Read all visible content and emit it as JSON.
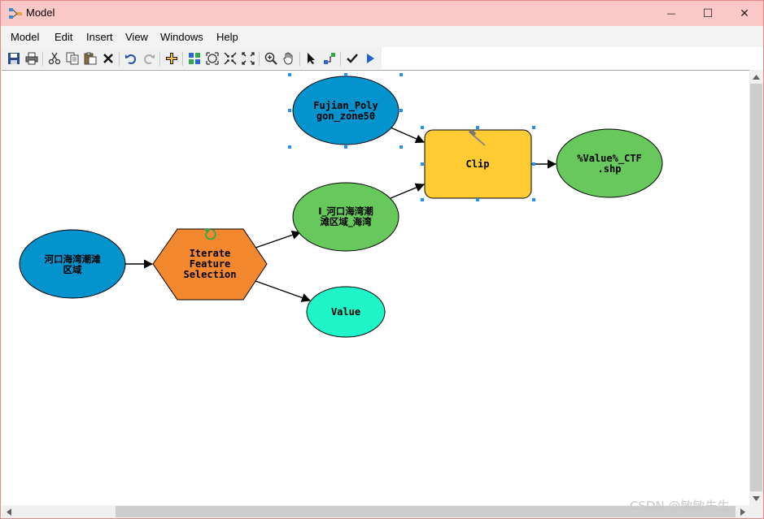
{
  "window": {
    "title": "Model",
    "minimize_glyph": "—",
    "maximize_glyph": "☐",
    "close_glyph": "✕"
  },
  "menubar": {
    "items": [
      "Model",
      "Edit",
      "Insert",
      "View",
      "Windows",
      "Help"
    ]
  },
  "toolbar": {
    "icons": [
      "save-icon",
      "print-icon",
      "cut-icon",
      "copy-icon",
      "paste-icon",
      "delete-icon",
      "undo-icon",
      "redo-icon",
      "add-data-icon",
      "auto-layout-icon",
      "full-extent-icon",
      "fixed-zoom-in-icon",
      "fixed-zoom-out-icon",
      "zoom-in-icon",
      "pan-icon",
      "select-icon",
      "connect-icon",
      "validate-icon",
      "run-icon"
    ]
  },
  "model": {
    "nodes": {
      "input_feature": {
        "lines": [
          "河口海湾潮滩",
          "区域"
        ],
        "color": "#0493cd"
      },
      "iterator": {
        "lines": [
          "Iterate",
          "Feature",
          "Selection"
        ],
        "color": "#f4882e"
      },
      "value": {
        "lines": [
          "Value"
        ],
        "color": "#1ef5c8"
      },
      "iter_output": {
        "lines": [
          "I_河口海湾潮",
          "滩区域_海湾"
        ],
        "color": "#67c95c"
      },
      "fujian": {
        "lines": [
          "Fujian_Poly",
          "gon_zone50"
        ],
        "color": "#0493cd"
      },
      "clip": {
        "lines": [
          "Clip"
        ],
        "color": "#fecb33"
      },
      "output": {
        "lines": [
          "%Value%_CTF",
          ".shp"
        ],
        "color": "#67c95c"
      }
    },
    "selection_color": "#1e90ff"
  },
  "watermark": "CSDN @敏敏先生"
}
